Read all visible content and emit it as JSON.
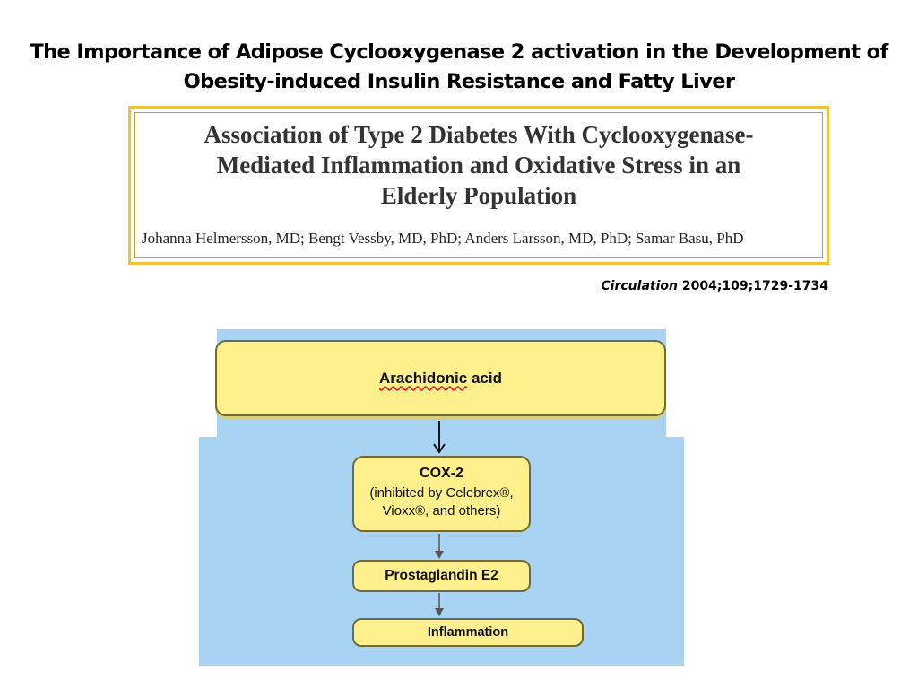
{
  "slide": {
    "title_line1": "The Importance of Adipose Cyclooxygenase 2 activation in the Development of",
    "title_line2": "Obesity-induced Insulin Resistance and Fatty Liver"
  },
  "paper": {
    "title_line1": "Association of Type 2 Diabetes With Cyclooxygenase-",
    "title_line2": "Mediated Inflammation and Oxidative Stress in an",
    "title_line3": "Elderly Population",
    "authors": "Johanna Helmersson, MD; Bengt Vessby, MD, PhD; Anders Larsson, MD, PhD; Samar Basu, PhD"
  },
  "citation": {
    "journal": "Circulation",
    "details": "2004;109;1729-1734"
  },
  "pathway": {
    "step1_word1": "Arachidonic",
    "step1_word2": "acid",
    "step2_name": "COX-2",
    "step2_line1": "(inhibited by Celebrex®,",
    "step2_line2": "Vioxx®, and others)",
    "step3": "Prostaglandin E2",
    "step4": "Inflammation",
    "colors": {
      "background": "#a9d3f2",
      "box_fill": "#fdf08d",
      "frame_border": "#f1c232"
    }
  }
}
